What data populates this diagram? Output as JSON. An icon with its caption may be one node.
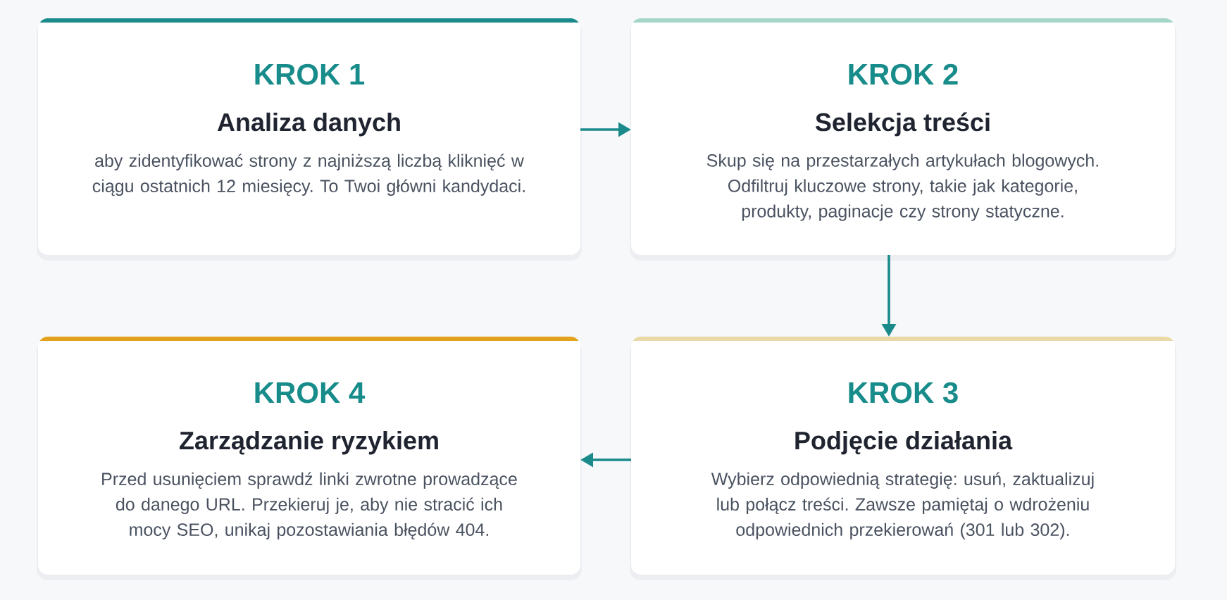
{
  "diagram": {
    "nodes": [
      {
        "text": [
          "KROK 1",
          "Analiza danych",
          "aby zidentyfikować strony z najniższą liczbą kliknięć w ciągu ostatnich 12 miesięcy. To Twoi główni kandydaci."
        ]
      },
      {
        "text": [
          "KROK 2",
          "Selekcja treści",
          "Skup się na przestarzałych artykułach blogowych. Odfiltruj kluczowe strony, takie jak kategorie, produkty, paginacje czy strony statyczne."
        ]
      },
      {
        "text": [
          "KROK 3",
          "Podjęcie działania",
          "Wybierz odpowiednią strategię: usuń, zaktualizuj lub połącz treści. Zawsze pamiętaj o wdrożeniu odpowiednich przekierowań (301 lub 302)."
        ]
      },
      {
        "text": [
          "KROK 4",
          "Zarządzanie ryzykiem",
          "Przed usunięciem sprawdź linki zwrotne prowadzące do danego URL. Przekieruj je, aby nie stracić ich mocy SEO, unikaj pozostawiania błędów 404."
        ]
      }
    ],
    "edges": [
      {
        "from": 0,
        "to": 1,
        "arrow": "to"
      },
      {
        "from": 1,
        "to": 2,
        "arrow": "to"
      },
      {
        "from": 2,
        "to": 3,
        "arrow": "to"
      }
    ]
  }
}
